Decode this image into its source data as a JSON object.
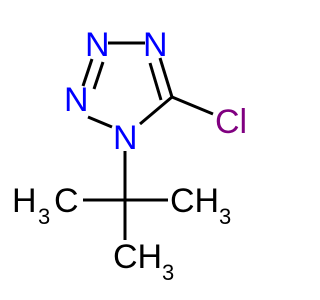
{
  "molecule": {
    "atoms": {
      "n2": "N",
      "n3": "N",
      "n1": "N",
      "n4": "N",
      "cl": "Cl",
      "methyl_left_h": "H",
      "methyl_left_sub": "3",
      "methyl_left_c": "C",
      "methyl_right_c": "CH",
      "methyl_right_sub": "3",
      "methyl_bottom_c": "CH",
      "methyl_bottom_sub": "3"
    },
    "colors": {
      "nitrogen": "#0000ff",
      "chlorine": "#800080",
      "carbon": "#000000",
      "bond": "#000000"
    }
  }
}
